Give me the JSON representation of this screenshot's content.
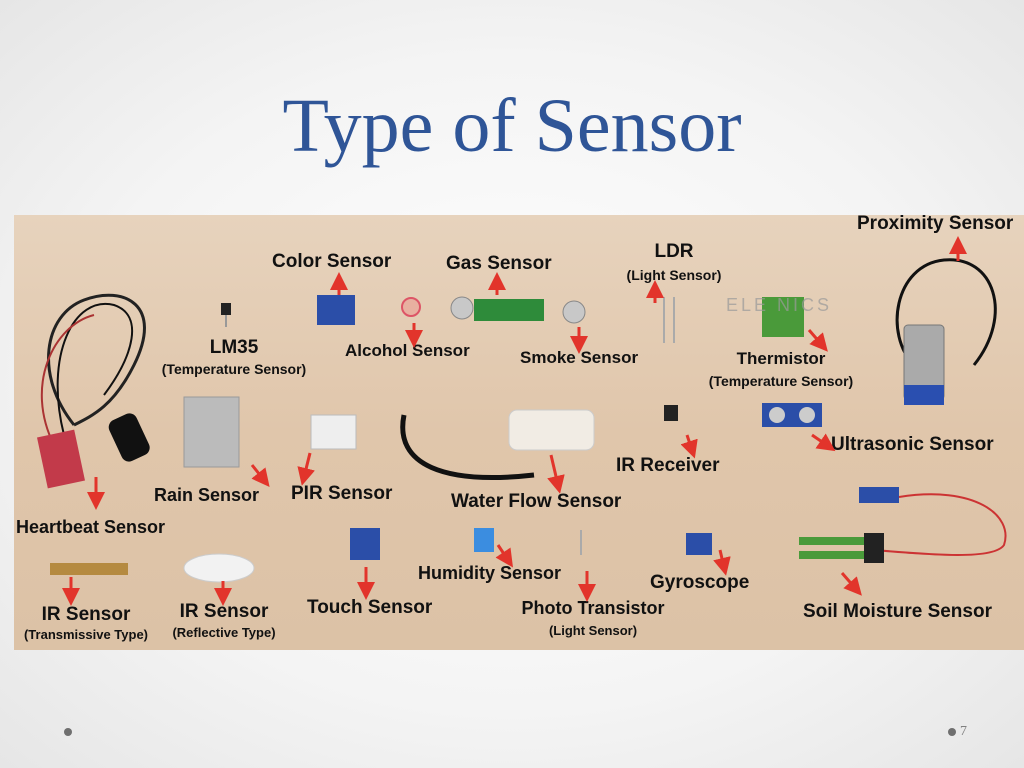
{
  "slide": {
    "title": "Type of Sensor",
    "page_number": "7"
  },
  "board": {
    "watermark": "ELE    NICS",
    "labels": {
      "proximity": "Proximity Sensor",
      "color": "Color Sensor",
      "gas": "Gas Sensor",
      "ldr": "LDR",
      "ldr_sub": "(Light Sensor)",
      "lm35": "LM35",
      "lm35_sub": "(Temperature Sensor)",
      "alcohol": "Alcohol Sensor",
      "smoke": "Smoke Sensor",
      "thermistor": "Thermistor",
      "thermistor_sub": "(Temperature Sensor)",
      "ultrasonic": "Ultrasonic Sensor",
      "ir_receiver": "IR Receiver",
      "rain": "Rain Sensor",
      "pir": "PIR Sensor",
      "water_flow": "Water Flow Sensor",
      "heartbeat": "Heartbeat Sensor",
      "humidity": "Humidity Sensor",
      "gyroscope": "Gyroscope",
      "ir_trans": "IR Sensor",
      "ir_trans_sub": "(Transmissive Type)",
      "ir_refl": "IR Sensor",
      "ir_refl_sub": "(Reflective Type)",
      "touch": "Touch Sensor",
      "photo_transistor": "Photo Transistor",
      "photo_transistor_sub": "(Light Sensor)",
      "soil": "Soil Moisture Sensor"
    }
  },
  "colors": {
    "title": "#2f5597",
    "arrow": "#e2342b",
    "pcb_blue": "#2b4ea8",
    "pcb_green": "#2e8b3a"
  }
}
